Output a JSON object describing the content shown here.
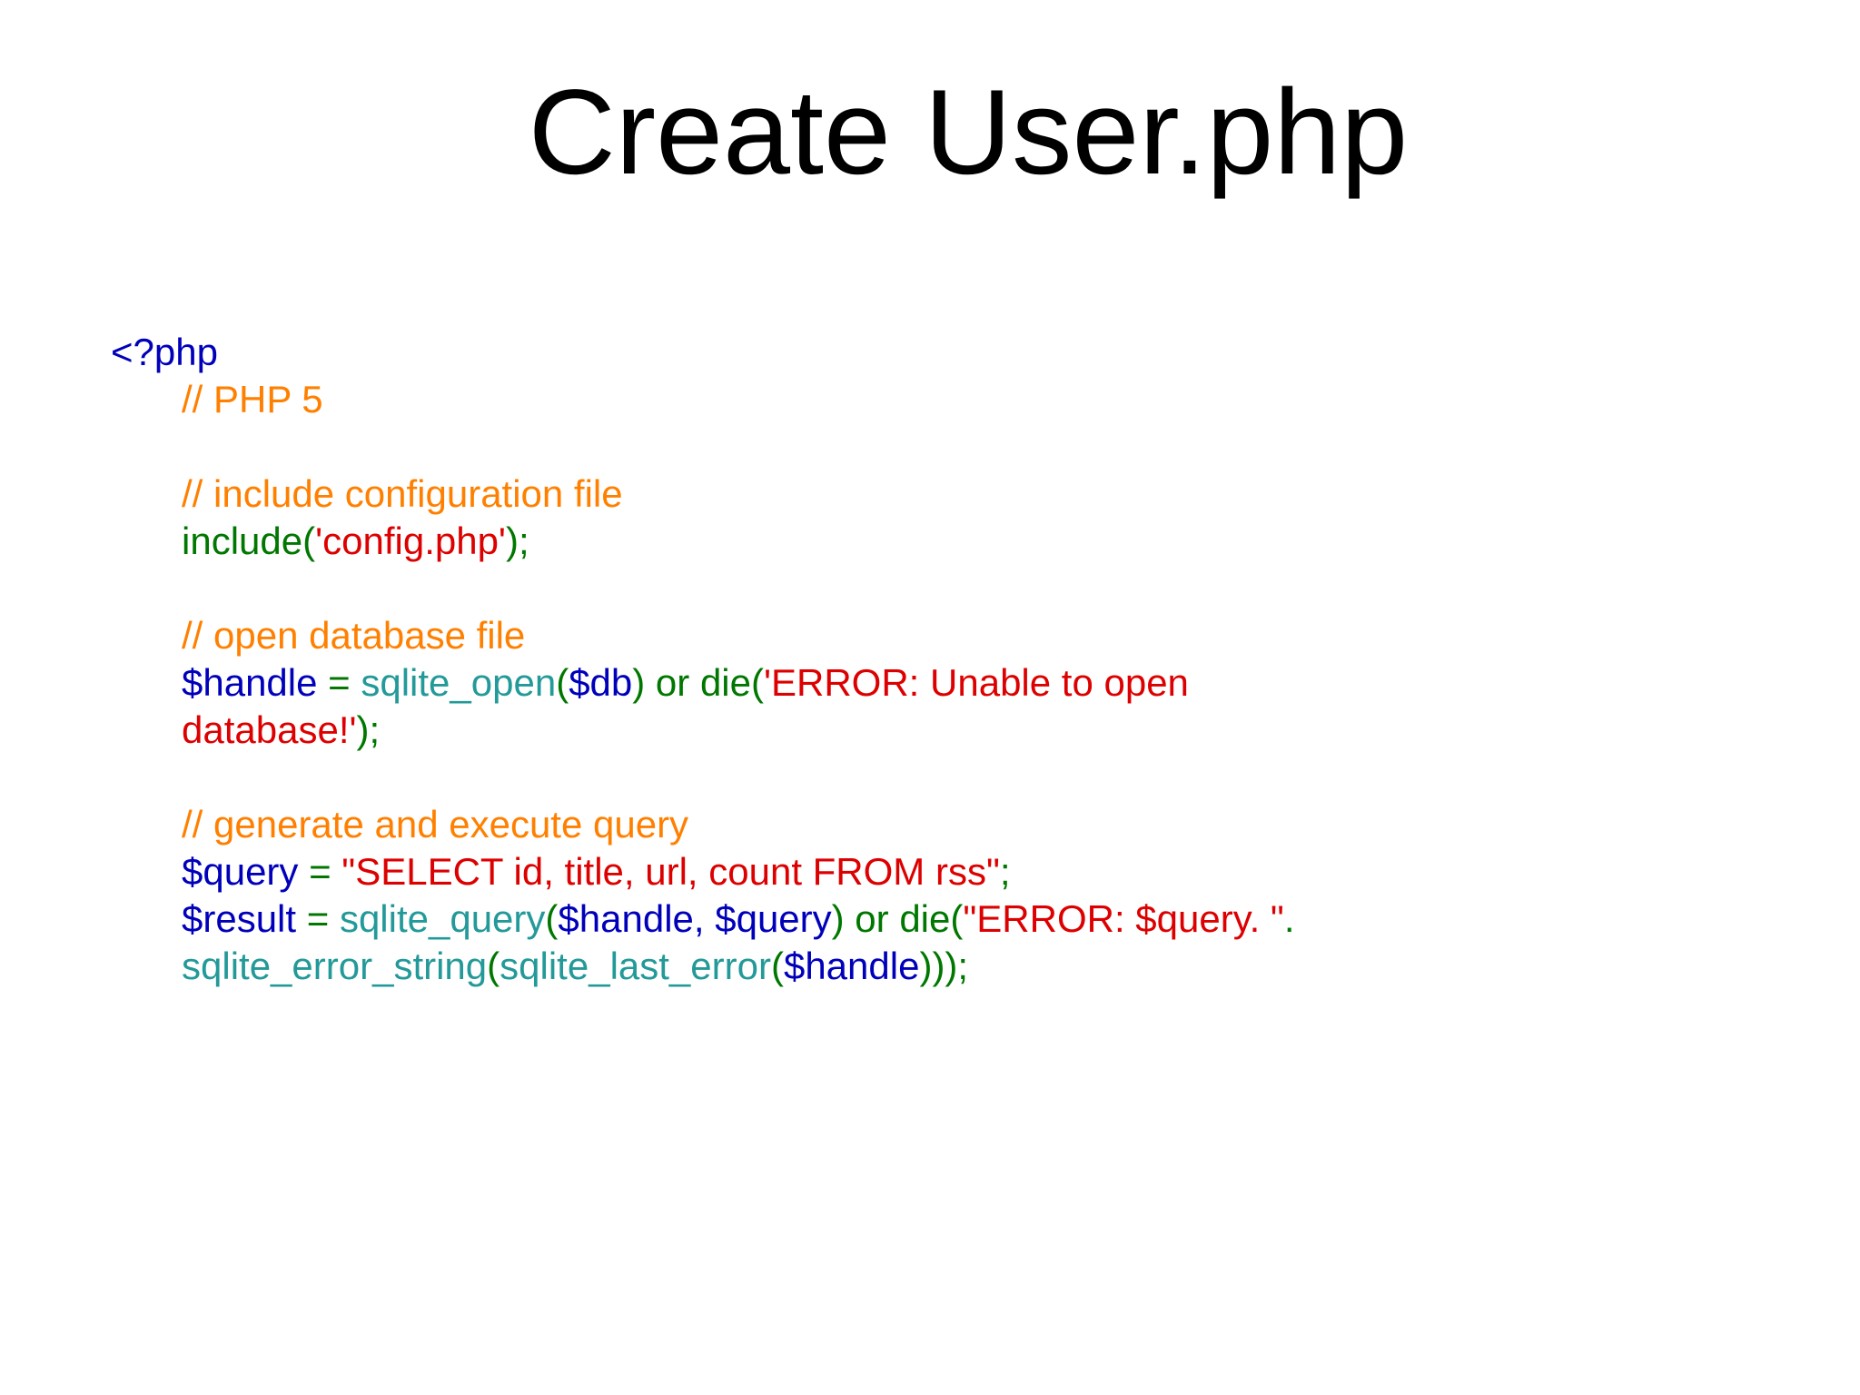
{
  "slide": {
    "title": "Create User.php"
  },
  "colors": {
    "background": "#ffffff",
    "title": "#000000",
    "comment": "#ff8000",
    "keyword": "#007700",
    "string": "#dd0000",
    "variable": "#0000bb",
    "function": "#239999"
  },
  "code": {
    "lines": [
      {
        "indent": 0,
        "segments": [
          {
            "c": "variable",
            "t": "<?php"
          }
        ]
      },
      {
        "indent": 1,
        "segments": [
          {
            "c": "comment",
            "t": "// PHP 5"
          }
        ]
      },
      {
        "indent": 1,
        "segments": []
      },
      {
        "indent": 1,
        "segments": [
          {
            "c": "comment",
            "t": "// include configuration file"
          }
        ]
      },
      {
        "indent": 1,
        "segments": [
          {
            "c": "keyword",
            "t": "include("
          },
          {
            "c": "string",
            "t": "'config.php'"
          },
          {
            "c": "keyword",
            "t": ");"
          }
        ]
      },
      {
        "indent": 1,
        "segments": []
      },
      {
        "indent": 1,
        "segments": [
          {
            "c": "comment",
            "t": "// open database file"
          }
        ]
      },
      {
        "indent": 1,
        "segments": [
          {
            "c": "variable",
            "t": "$handle "
          },
          {
            "c": "keyword",
            "t": "= "
          },
          {
            "c": "function",
            "t": "sqlite_open"
          },
          {
            "c": "keyword",
            "t": "("
          },
          {
            "c": "variable",
            "t": "$db"
          },
          {
            "c": "keyword",
            "t": ") or die("
          },
          {
            "c": "string",
            "t": "'ERROR: Unable to open"
          }
        ]
      },
      {
        "indent": 1,
        "segments": [
          {
            "c": "string",
            "t": "database!'"
          },
          {
            "c": "keyword",
            "t": ");"
          }
        ]
      },
      {
        "indent": 1,
        "segments": []
      },
      {
        "indent": 1,
        "segments": [
          {
            "c": "comment",
            "t": "// generate and execute query"
          }
        ]
      },
      {
        "indent": 1,
        "segments": [
          {
            "c": "variable",
            "t": "$query "
          },
          {
            "c": "keyword",
            "t": "= "
          },
          {
            "c": "string",
            "t": "\"SELECT id, title, url, count FROM rss\""
          },
          {
            "c": "keyword",
            "t": ";"
          }
        ]
      },
      {
        "indent": 1,
        "segments": [
          {
            "c": "variable",
            "t": "$result "
          },
          {
            "c": "keyword",
            "t": "= "
          },
          {
            "c": "function",
            "t": "sqlite_query"
          },
          {
            "c": "keyword",
            "t": "("
          },
          {
            "c": "variable",
            "t": "$handle, $query"
          },
          {
            "c": "keyword",
            "t": ") or die("
          },
          {
            "c": "string",
            "t": "\"ERROR: $query. \""
          },
          {
            "c": "keyword",
            "t": "."
          }
        ]
      },
      {
        "indent": 1,
        "segments": [
          {
            "c": "function",
            "t": "sqlite_error_string"
          },
          {
            "c": "keyword",
            "t": "("
          },
          {
            "c": "function",
            "t": "sqlite_last_error"
          },
          {
            "c": "keyword",
            "t": "("
          },
          {
            "c": "variable",
            "t": "$handle"
          },
          {
            "c": "keyword",
            "t": ")));"
          }
        ]
      }
    ]
  }
}
